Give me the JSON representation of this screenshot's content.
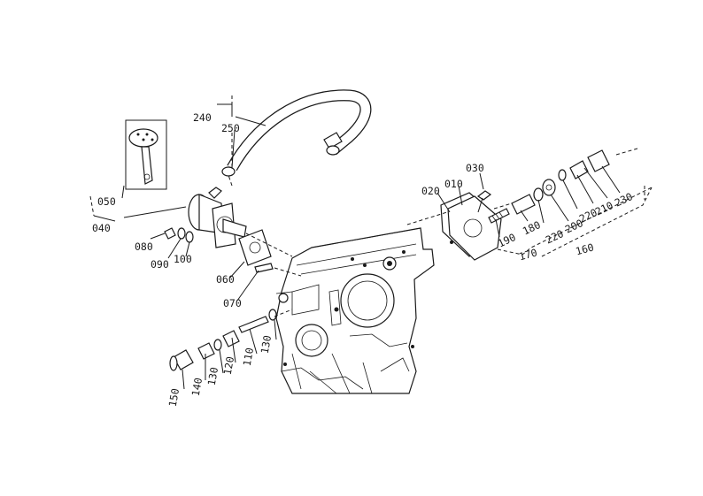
{
  "diagram": {
    "part_labels": {
      "p010": "010",
      "p020": "020",
      "p030": "030",
      "p040": "040",
      "p050": "050",
      "p060": "060",
      "p070": "070",
      "p080": "080",
      "p090": "090",
      "p100": "100",
      "p110": "110",
      "p120": "120",
      "p130a": "130",
      "p130b": "130",
      "p140": "140",
      "p150": "150",
      "p160": "160",
      "p170": "170",
      "p180": "180",
      "p190": "190",
      "p200": "200",
      "p210": "210",
      "p220a": "220",
      "p220b": "220",
      "p230": "230",
      "p240": "240",
      "p250": "250"
    }
  }
}
